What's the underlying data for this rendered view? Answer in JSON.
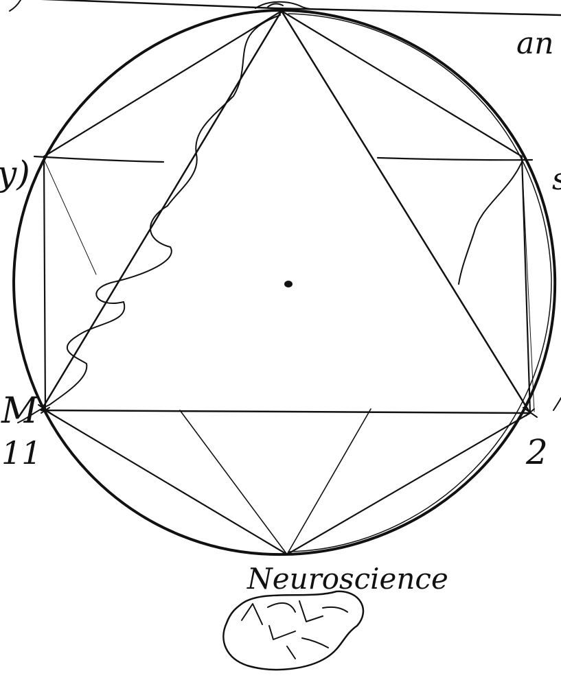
{
  "labels": {
    "top_right_partial": "an",
    "upper_left_partial": "y)",
    "right_partial": "s",
    "left_partial": "M",
    "left_below_partial": "11",
    "right_below_partial": "2",
    "bottom_vertex": "Neuroscience"
  },
  "colors": {
    "ink": "#111111",
    "paper": "#ffffff"
  }
}
